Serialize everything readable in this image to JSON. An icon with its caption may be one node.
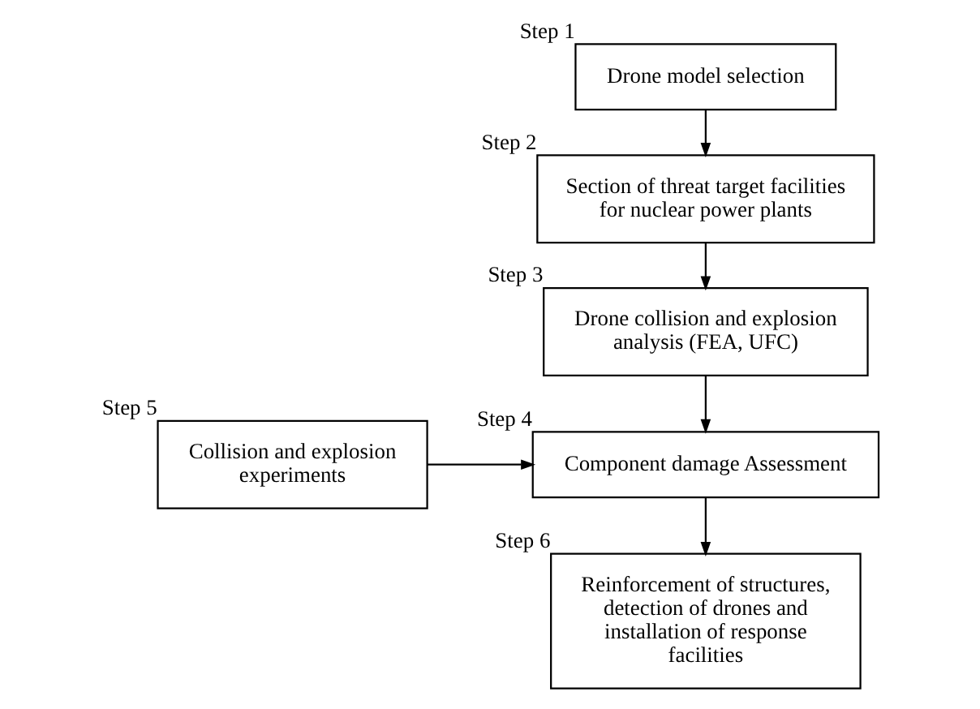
{
  "diagram": {
    "nodes": [
      {
        "text": [
          "Drone model selection"
        ],
        "beside": [
          "Step 1"
        ]
      },
      {
        "text": [
          "Section of threat target facilities for nuclear power plants"
        ],
        "beside": [
          "Step 2"
        ]
      },
      {
        "text": [
          "Drone collision and explosion analysis (FEA, UFC)"
        ],
        "beside": [
          "Step 3"
        ]
      },
      {
        "text": [
          "Component damage Assessment"
        ],
        "beside": [
          "Step 4"
        ]
      },
      {
        "text": [
          "Collision and explosion experiments"
        ],
        "beside": [
          "Step 5"
        ]
      },
      {
        "text": [
          "Reinforcement of structures, detection of drones and installation of response facilities"
        ],
        "beside": [
          "Step 6"
        ]
      }
    ],
    "edges": [
      {
        "from": 0,
        "to": 1,
        "arrow": "to"
      },
      {
        "from": 1,
        "to": 2,
        "arrow": "to"
      },
      {
        "from": 2,
        "to": 3,
        "arrow": "to"
      },
      {
        "from": 4,
        "to": 3,
        "arrow": "to"
      },
      {
        "from": 3,
        "to": 5,
        "arrow": "to"
      }
    ]
  }
}
